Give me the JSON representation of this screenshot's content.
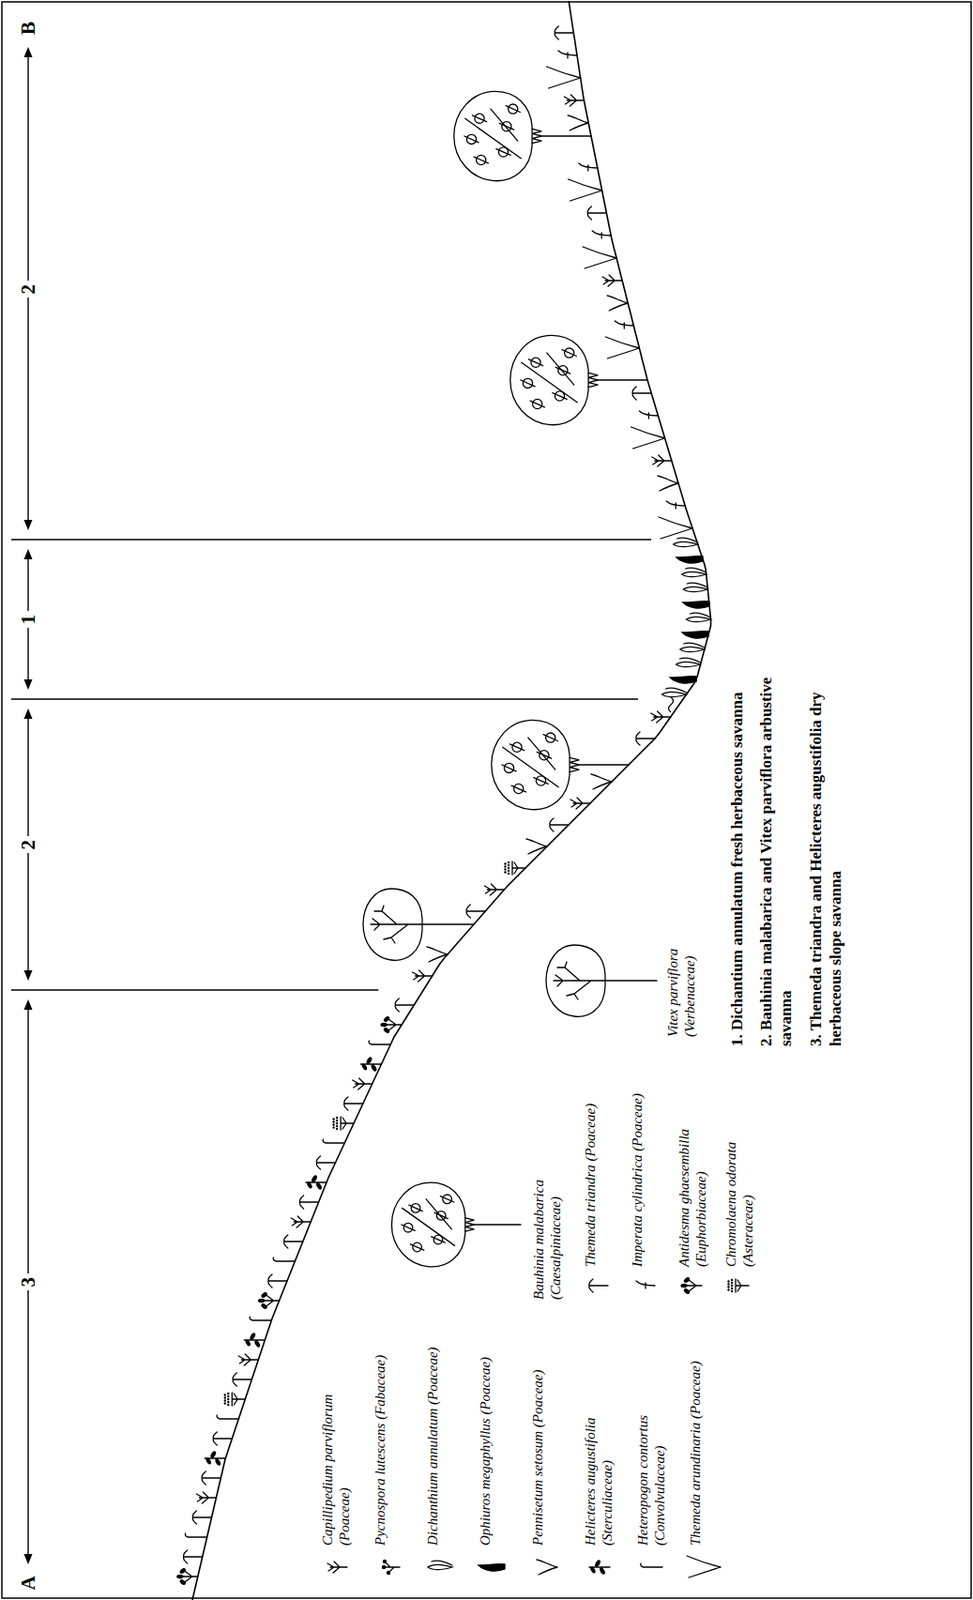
{
  "diagram": {
    "labels": [
      "A",
      "3",
      "2",
      "1",
      "2",
      "B",
      "1. Dichantium annulatum fresh herbaceous savanna",
      "2. Bauhinia malabarica and Vitex parviflora arbustive savanna",
      "3. Themeda triandra and Helicteres augustifolia dry herbaceous slope savanna"
    ],
    "legend": [
      {
        "text": "Capillipedium parviflorum (Poaceae)"
      },
      {
        "text": "Pycnospora lutescens (Fabaceae)"
      },
      {
        "text": "Dichanthium annulatum (Poaceae)"
      },
      {
        "text": "Ophiuros megaphyllus (Poaceae)"
      },
      {
        "text": "Pennisetum setosum (Poaceae)"
      },
      {
        "text": "Helicteres augustifolia (Sterculiaceae)"
      },
      {
        "text": "Heteropogon contortus (Convolvulaceae)"
      },
      {
        "text": "Themeda arundinaria (Poaceae)"
      },
      {
        "text": "Bauhinia malabarica (Caesalpiniaceae)"
      },
      {
        "text": "Themeda triandra (Poaceae)"
      },
      {
        "text": "Imperata cylindrica (Poaceae)"
      },
      {
        "text": "Antidesma ghaesembilla (Euphorbiaceae)"
      },
      {
        "text": "Chromolaena odorata (Asteraceae)"
      },
      {
        "text": "Vitex parviflora (Verbenaceae)"
      }
    ]
  }
}
